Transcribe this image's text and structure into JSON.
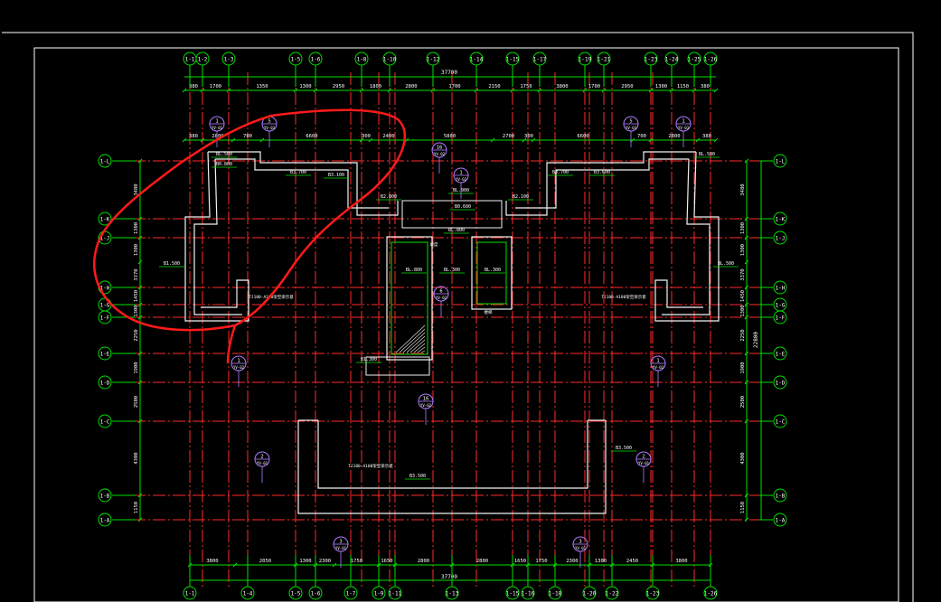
{
  "colors": {
    "background": "#000000",
    "frame": "#ffffff",
    "axis_red": "#ff2a2a",
    "dim_green": "#00e000",
    "wall_white": "#f2f2f2",
    "leader_purple": "#b07cff",
    "bubble_purple": "#b07cff",
    "markup_red": "#ff1a1a",
    "text_white": "#ffffff"
  },
  "grid": {
    "top_labels": [
      "1-1",
      "1-2",
      "1-3",
      "1-5",
      "1-6",
      "1-8",
      "1-10",
      "1-12",
      "1-14",
      "1-15",
      "1-17",
      "1-19",
      "1-21",
      "1-23",
      "1-24",
      "1-25",
      "1-26"
    ],
    "bottom_labels": [
      "1-1",
      "1-4",
      "1-5",
      "1-6",
      "1-7",
      "1-9",
      "1-11",
      "1-13",
      "1-15",
      "1-16",
      "1-18",
      "1-20",
      "1-22",
      "1-23",
      "1-26"
    ],
    "side_labels": [
      "1-L",
      "1-K",
      "1-J",
      "1-H",
      "1-G",
      "1-F",
      "1-E",
      "1-D",
      "1-C",
      "1-B",
      "1-A"
    ]
  },
  "dimensions": {
    "top_total": "37700",
    "bottom_total": "37700",
    "right_total": "22800",
    "top_row1": [
      "380",
      "1700",
      "1350",
      "1300",
      "2950",
      "1800",
      "2800",
      "1700",
      "2150",
      "1750",
      "3800",
      "1700",
      "2950",
      "1300",
      "1150",
      "380"
    ],
    "top_row2": [
      "380",
      "2800",
      "700",
      "6600",
      "300",
      "2400",
      "5800",
      "2700",
      "300",
      "6600",
      "700",
      "2800",
      "380"
    ],
    "bottom_row": [
      "3800",
      "2050",
      "1300",
      "2300",
      "1750",
      "1650",
      "2800",
      "2800",
      "1650",
      "1750",
      "2300",
      "1300",
      "2450",
      "3800"
    ],
    "left_col": [
      "3480",
      "1300",
      "1300",
      "3370",
      "1450",
      "1300",
      "2250",
      "1900",
      "2500",
      "4300",
      "1150"
    ],
    "right_col": [
      "3480",
      "1300",
      "1300",
      "3370",
      "1450",
      "1300",
      "2250",
      "1900",
      "2500",
      "4300",
      "1150"
    ]
  },
  "elevation_labels": [
    "BL.500",
    "B0.800",
    "B3.700",
    "B3.100",
    "B2.800",
    "B1.500",
    "BL.900",
    "B0.600",
    "BL.800",
    "BL.300",
    "BL.300",
    "B1.300",
    "BL.800",
    "BL.500",
    "B3.500",
    "B3.600",
    "BL.500",
    "B2.100",
    "B3.700",
    "B3.500"
  ],
  "bubbles": [
    {
      "num": "1",
      "ref": "YV-01"
    },
    {
      "num": "5",
      "ref": "YV-03"
    },
    {
      "num": "16",
      "ref": "YV-02"
    },
    {
      "num": "1",
      "ref": "YV-02"
    },
    {
      "num": "5",
      "ref": "YV-03"
    },
    {
      "num": "1",
      "ref": "YV-03"
    },
    {
      "num": "6",
      "ref": "YV-02"
    },
    {
      "num": "1",
      "ref": "YV-02"
    },
    {
      "num": "1",
      "ref": "YV-02"
    },
    {
      "num": "16",
      "ref": "YV-02"
    },
    {
      "num": "2",
      "ref": "YV-01"
    },
    {
      "num": "2",
      "ref": "YV-01"
    },
    {
      "num": "3",
      "ref": "YV-01"
    },
    {
      "num": "3",
      "ref": "YV-01"
    }
  ],
  "notes": [
    "TJ100-A100架空梁示意",
    "TJ100-A100架空梁示意",
    "TJ100-A100架空梁示意",
    "坡度",
    "楼梯"
  ]
}
